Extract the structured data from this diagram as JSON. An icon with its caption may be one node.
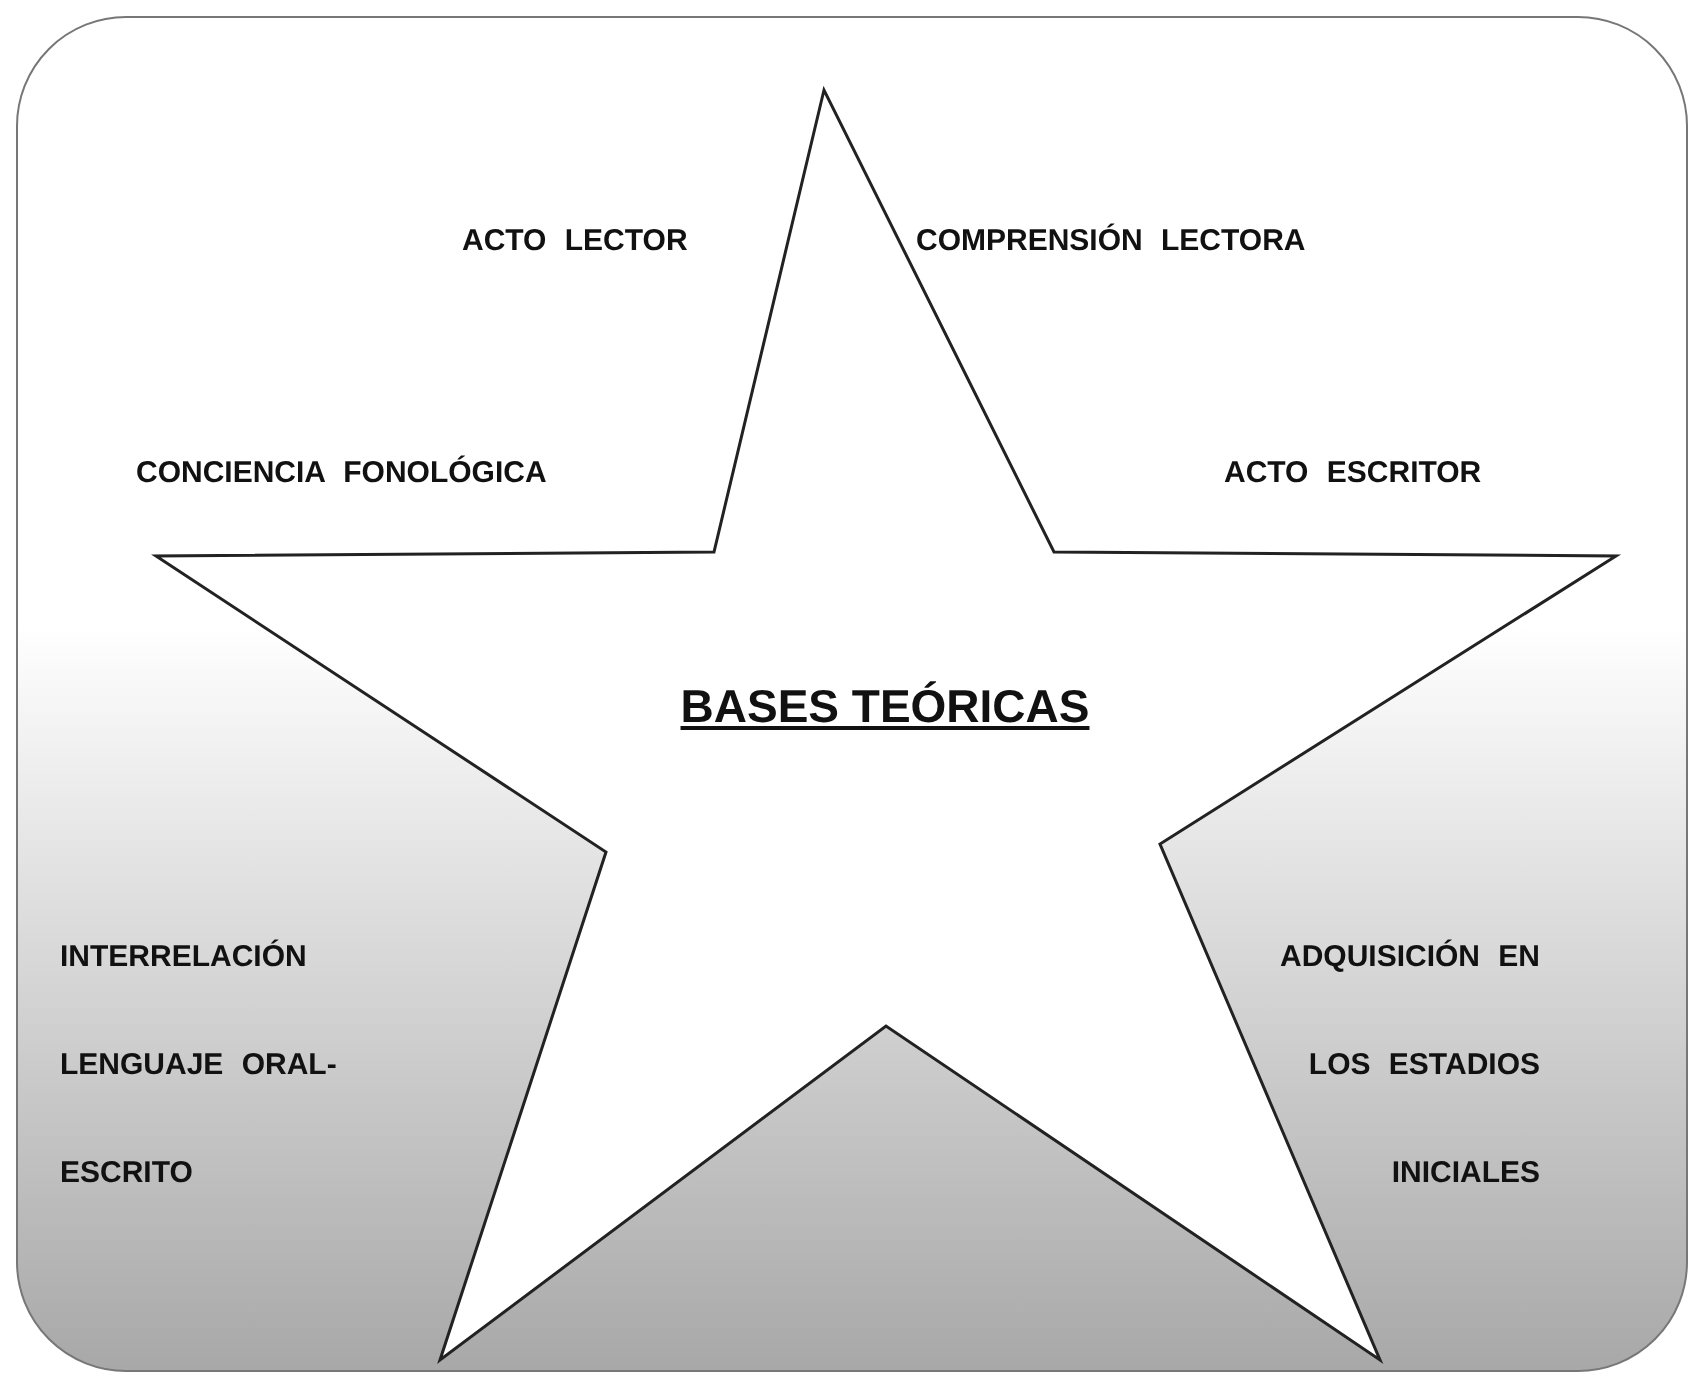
{
  "diagram": {
    "nodes": [
      {
        "text": [
          "BASES TEÓRICAS"
        ]
      }
    ],
    "labels": [
      "ACTO LECTOR",
      "COMPRENSIÓN LECTORA",
      "CONCIENCIA FONOLÓGICA",
      "ACTO ESCRITOR",
      "INTERRELACIÓN LENGUAJE ORAL- ESCRITO",
      "ADQUISICIÓN EN LOS ESTADIOS INICIALES"
    ]
  }
}
